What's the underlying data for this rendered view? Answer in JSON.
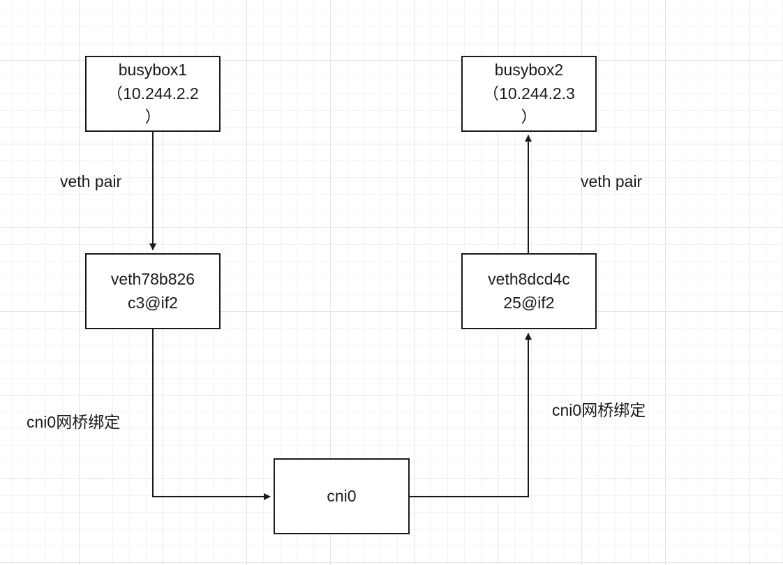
{
  "nodes": {
    "busybox1": {
      "label": "busybox1\n（10.244.2.2\n）"
    },
    "busybox2": {
      "label": "busybox2\n（10.244.2.3\n）"
    },
    "veth1": {
      "label": "veth78b826\nc3@if2"
    },
    "veth2": {
      "label": "veth8dcd4c\n25@if2"
    },
    "cni0": {
      "label": "cni0"
    }
  },
  "edge_labels": {
    "left_veth_pair": "veth pair",
    "right_veth_pair": "veth pair",
    "left_bridge": "cni0网桥绑定",
    "right_bridge": "cni0网桥绑定"
  },
  "colors": {
    "stroke": "#1a1a1a",
    "grid": "#e4e4e4"
  }
}
